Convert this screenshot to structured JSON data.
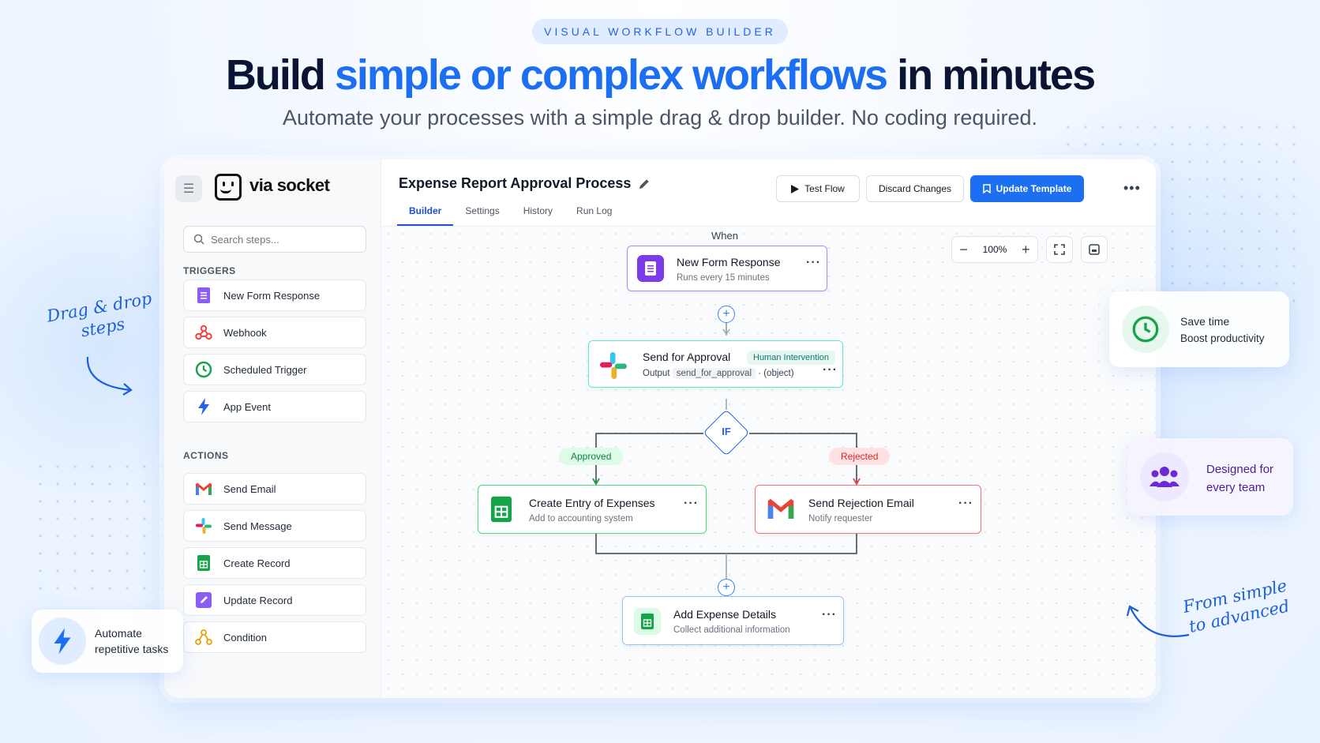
{
  "hero": {
    "eyebrow": "VISUAL WORKFLOW BUILDER",
    "headline_pre": "Build ",
    "headline_accent": "simple or complex workflows",
    "headline_post": " in minutes",
    "subline": "Automate your processes with a simple drag & drop builder. No coding required."
  },
  "brand": {
    "name": "via socket"
  },
  "sidebar": {
    "search_placeholder": "Search steps...",
    "triggers_label": "TRIGGERS",
    "triggers": [
      {
        "label": "New Form Response",
        "icon": "form-icon"
      },
      {
        "label": "Webhook",
        "icon": "webhook-icon"
      },
      {
        "label": "Scheduled Trigger",
        "icon": "clock-icon"
      },
      {
        "label": "App Event",
        "icon": "lightning-icon"
      }
    ],
    "actions_label": "ACTIONS",
    "actions": [
      {
        "label": "Send Email",
        "icon": "gmail-icon"
      },
      {
        "label": "Send Message",
        "icon": "slack-icon"
      },
      {
        "label": "Create Record",
        "icon": "sheets-icon"
      },
      {
        "label": "Update Record",
        "icon": "edit-icon"
      },
      {
        "label": "Condition",
        "icon": "condition-icon"
      }
    ]
  },
  "header": {
    "title": "Expense Report Approval Process",
    "test_flow": "Test Flow",
    "discard": "Discard Changes",
    "update": "Update Template",
    "tabs": [
      "Builder",
      "Settings",
      "History",
      "Run Log"
    ]
  },
  "canvas": {
    "zoom": "100%",
    "when_label": "When",
    "trigger": {
      "title": "New Form Response",
      "sub": "Runs every 15 minutes"
    },
    "approval": {
      "title": "Send for Approval",
      "badge": "Human Intervention",
      "output_label": "Output",
      "output_var": "send_for_approval",
      "output_type": "· (object)"
    },
    "if_label": "IF",
    "approved_label": "Approved",
    "rejected_label": "Rejected",
    "create_entry": {
      "title": "Create Entry of Expenses",
      "sub": "Add to accounting system"
    },
    "rejection": {
      "title": "Send Rejection Email",
      "sub": "Notify requester"
    },
    "add_details": {
      "title": "Add Expense Details",
      "sub": "Collect additional information"
    }
  },
  "floats": {
    "save_time_1": "Save time",
    "save_time_2": "Boost productivity",
    "team_1": "Designed for",
    "team_2": "every team",
    "automate_1": "Automate",
    "automate_2": "repetitive tasks",
    "drag_1": "Drag & drop",
    "drag_2": "steps",
    "simple_1": "From simple",
    "simple_2": "to advanced"
  },
  "colors": {
    "accent": "#1d6ff2",
    "trigger_border": "#a78bfa",
    "approval_border": "#5eead4",
    "approved": "#22c55e",
    "rejected": "#ef4444"
  }
}
